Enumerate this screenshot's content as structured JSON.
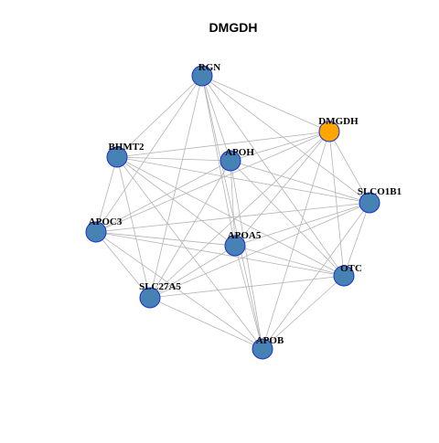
{
  "title": "DMGDH",
  "colors": {
    "default_node": "#4682b4",
    "highlight_node": "#ffa500",
    "node_border": "#1a2fd0",
    "edge": "#b4b4b4"
  },
  "nodes": [
    {
      "id": "RGN",
      "label": "RGN",
      "highlighted": false
    },
    {
      "id": "DMGDH",
      "label": "DMGDH",
      "highlighted": true
    },
    {
      "id": "BHMT2",
      "label": "BHMT2",
      "highlighted": false
    },
    {
      "id": "APOH",
      "label": "APOH",
      "highlighted": false
    },
    {
      "id": "SLCO1B1",
      "label": "SLCO1B1",
      "highlighted": false
    },
    {
      "id": "APOC3",
      "label": "APOC3",
      "highlighted": false
    },
    {
      "id": "APOA5",
      "label": "APOA5",
      "highlighted": false
    },
    {
      "id": "OTC",
      "label": "OTC",
      "highlighted": false
    },
    {
      "id": "SLC27A5",
      "label": "SLC27A5",
      "highlighted": false
    },
    {
      "id": "APOB",
      "label": "APOB",
      "highlighted": false
    }
  ],
  "edges": [
    [
      "RGN",
      "DMGDH"
    ],
    [
      "RGN",
      "BHMT2"
    ],
    [
      "RGN",
      "APOH"
    ],
    [
      "RGN",
      "SLCO1B1"
    ],
    [
      "RGN",
      "APOA5"
    ],
    [
      "RGN",
      "OTC"
    ],
    [
      "RGN",
      "SLC27A5"
    ],
    [
      "RGN",
      "APOB"
    ],
    [
      "RGN",
      "APOC3"
    ],
    [
      "DMGDH",
      "BHMT2"
    ],
    [
      "DMGDH",
      "APOH"
    ],
    [
      "DMGDH",
      "SLCO1B1"
    ],
    [
      "DMGDH",
      "APOC3"
    ],
    [
      "DMGDH",
      "APOA5"
    ],
    [
      "DMGDH",
      "OTC"
    ],
    [
      "DMGDH",
      "SLC27A5"
    ],
    [
      "DMGDH",
      "APOB"
    ],
    [
      "BHMT2",
      "APOH"
    ],
    [
      "BHMT2",
      "SLCO1B1"
    ],
    [
      "BHMT2",
      "APOC3"
    ],
    [
      "BHMT2",
      "APOA5"
    ],
    [
      "BHMT2",
      "OTC"
    ],
    [
      "BHMT2",
      "SLC27A5"
    ],
    [
      "BHMT2",
      "APOB"
    ],
    [
      "APOH",
      "SLCO1B1"
    ],
    [
      "APOH",
      "APOC3"
    ],
    [
      "APOH",
      "APOA5"
    ],
    [
      "APOH",
      "OTC"
    ],
    [
      "APOH",
      "SLC27A5"
    ],
    [
      "APOH",
      "APOB"
    ],
    [
      "SLCO1B1",
      "APOC3"
    ],
    [
      "SLCO1B1",
      "APOA5"
    ],
    [
      "SLCO1B1",
      "OTC"
    ],
    [
      "SLCO1B1",
      "SLC27A5"
    ],
    [
      "SLCO1B1",
      "APOB"
    ],
    [
      "APOC3",
      "APOA5"
    ],
    [
      "APOC3",
      "OTC"
    ],
    [
      "APOC3",
      "SLC27A5"
    ],
    [
      "APOC3",
      "APOB"
    ],
    [
      "APOA5",
      "OTC"
    ],
    [
      "APOA5",
      "SLC27A5"
    ],
    [
      "APOA5",
      "APOB"
    ],
    [
      "OTC",
      "SLC27A5"
    ],
    [
      "OTC",
      "APOB"
    ],
    [
      "SLC27A5",
      "APOB"
    ]
  ]
}
